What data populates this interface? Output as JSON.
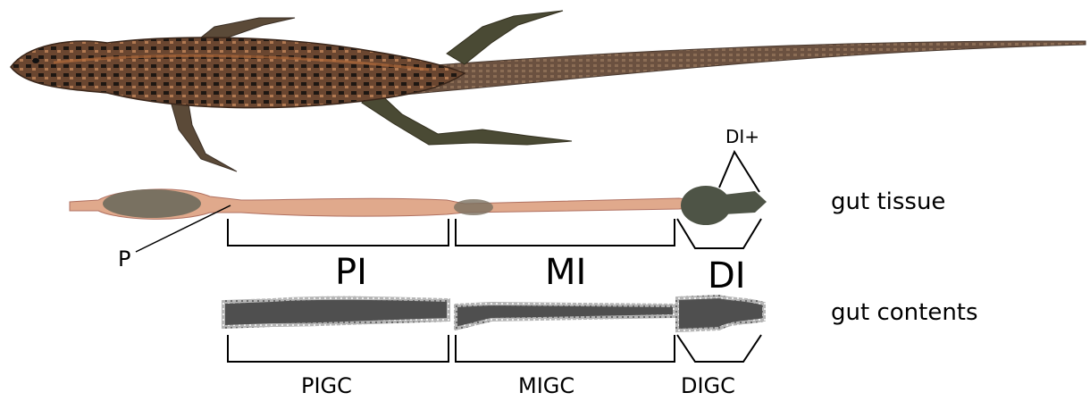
{
  "labels": {
    "gut_tissue": "gut tissue",
    "gut_contents": "gut contents",
    "pylorus": "P",
    "distal_plus": "DI+"
  },
  "tissue_regions": {
    "proximal": "PI",
    "middle": "MI",
    "distal": "DI"
  },
  "content_regions": {
    "proximal": "PIGC",
    "middle": "MIGC",
    "distal": "DIGC"
  },
  "colors": {
    "lizard_body": "#5a3a24",
    "lizard_stripe": "#a0623a",
    "lizard_spots": "#1e1712",
    "gut_tissue": "#e0a98c",
    "gut_bulge": "#6e6a5c",
    "gut_contents": "#4f4f4f",
    "gut_contents_edge": "#9a9a9a"
  }
}
